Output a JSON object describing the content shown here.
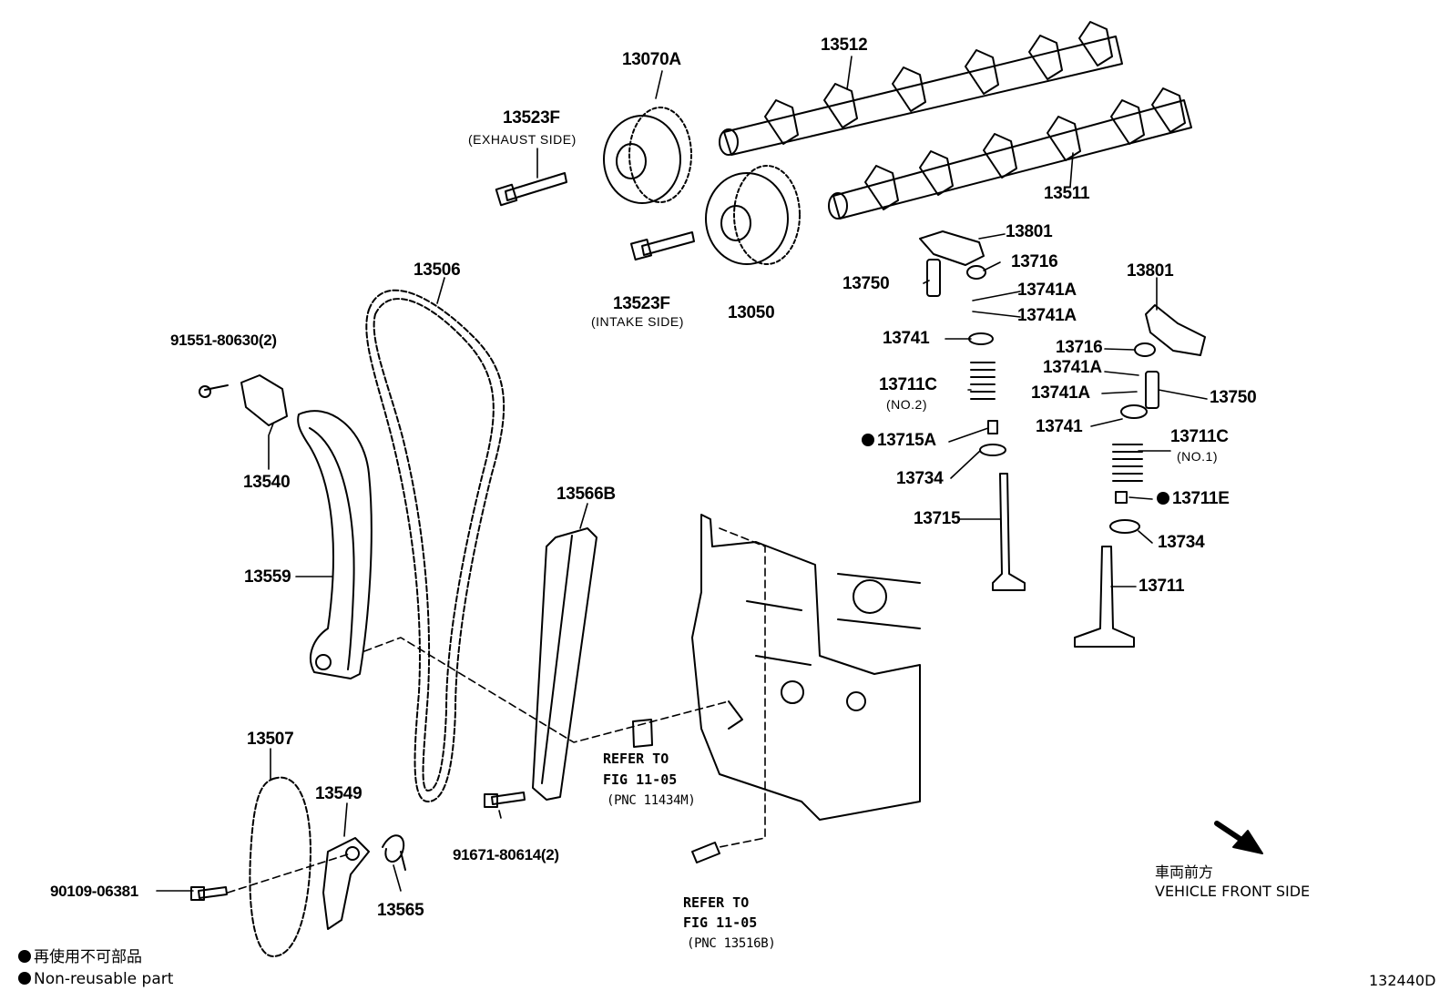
{
  "parts": {
    "p13070A": "13070A",
    "p13512": "13512",
    "p13523F_ex": "13523F",
    "exhaust_side": "(EXHAUST SIDE)",
    "p13511": "13511",
    "p13801_a": "13801",
    "p13716_a": "13716",
    "p13750_a": "13750",
    "p13741A_a": "13741A",
    "p13741A_b": "13741A",
    "p13506": "13506",
    "p13523F_in": "13523F",
    "intake_side": "(INTAKE SIDE)",
    "p13050": "13050",
    "p13801_b": "13801",
    "p91551": "91551-80630(2)",
    "p13741_a": "13741",
    "p13716_b": "13716",
    "p13741A_c": "13741A",
    "p13711C_a": "13711C",
    "no2": "(NO.2)",
    "p13741A_d": "13741A",
    "p13750_b": "13750",
    "p13741_b": "13741",
    "p13715A": "13715A",
    "p13711C_b": "13711C",
    "no1": "(NO.1)",
    "p13540": "13540",
    "p13734_a": "13734",
    "p13566B": "13566B",
    "p13711E": "13711E",
    "p13715": "13715",
    "p13734_b": "13734",
    "p13559": "13559",
    "p13711": "13711",
    "p13507": "13507",
    "p13549": "13549",
    "p91671": "91671-80614(2)",
    "p90109": "90109-06381",
    "p13565": "13565"
  },
  "refs": {
    "r1_line1": "REFER TO",
    "r1_line2": "FIG 11-05",
    "r1_line3": "(PNC 11434M)",
    "r2_line1": "REFER TO",
    "r2_line2": "FIG 11-05",
    "r2_line3": "(PNC 13516B)"
  },
  "orientation": {
    "jp": "車両前方",
    "en": "VEHICLE FRONT SIDE"
  },
  "legend": {
    "jp": "再使用不可部品",
    "en": "Non-reusable part"
  },
  "figure_code": "132440D"
}
